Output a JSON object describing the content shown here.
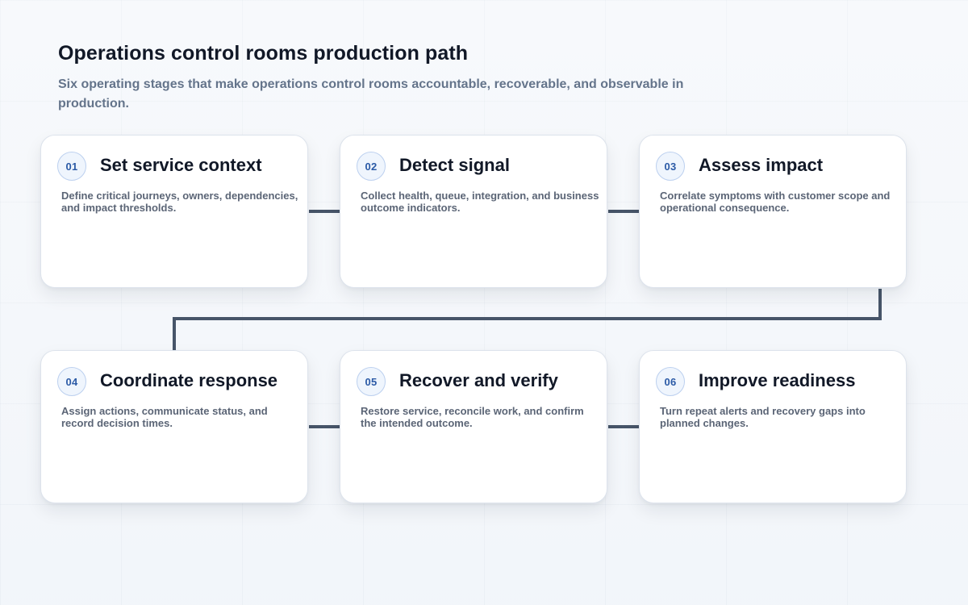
{
  "header": {
    "title": "Operations control rooms production path",
    "subtitle": "Six operating stages that make operations control rooms accountable, recoverable, and observable in production."
  },
  "colors": {
    "connector": "#475569",
    "badge_text": "#2b5aa6",
    "badge_border": "#bcd0ef",
    "card_border": "#dde3ec",
    "title_text": "#111827",
    "body_text": "#5b6576"
  },
  "stages": [
    {
      "number": "01",
      "title": "Set service context",
      "description": "Define critical journeys, owners, dependencies, and impact thresholds."
    },
    {
      "number": "02",
      "title": "Detect signal",
      "description": "Collect health, queue, integration, and business outcome indicators."
    },
    {
      "number": "03",
      "title": "Assess impact",
      "description": "Correlate symptoms with customer scope and operational consequence."
    },
    {
      "number": "04",
      "title": "Coordinate response",
      "description": "Assign actions, communicate status, and record decision times."
    },
    {
      "number": "05",
      "title": "Recover and verify",
      "description": "Restore service, reconcile work, and confirm the intended outcome."
    },
    {
      "number": "06",
      "title": "Improve readiness",
      "description": "Turn repeat alerts and recovery gaps into planned changes."
    }
  ]
}
